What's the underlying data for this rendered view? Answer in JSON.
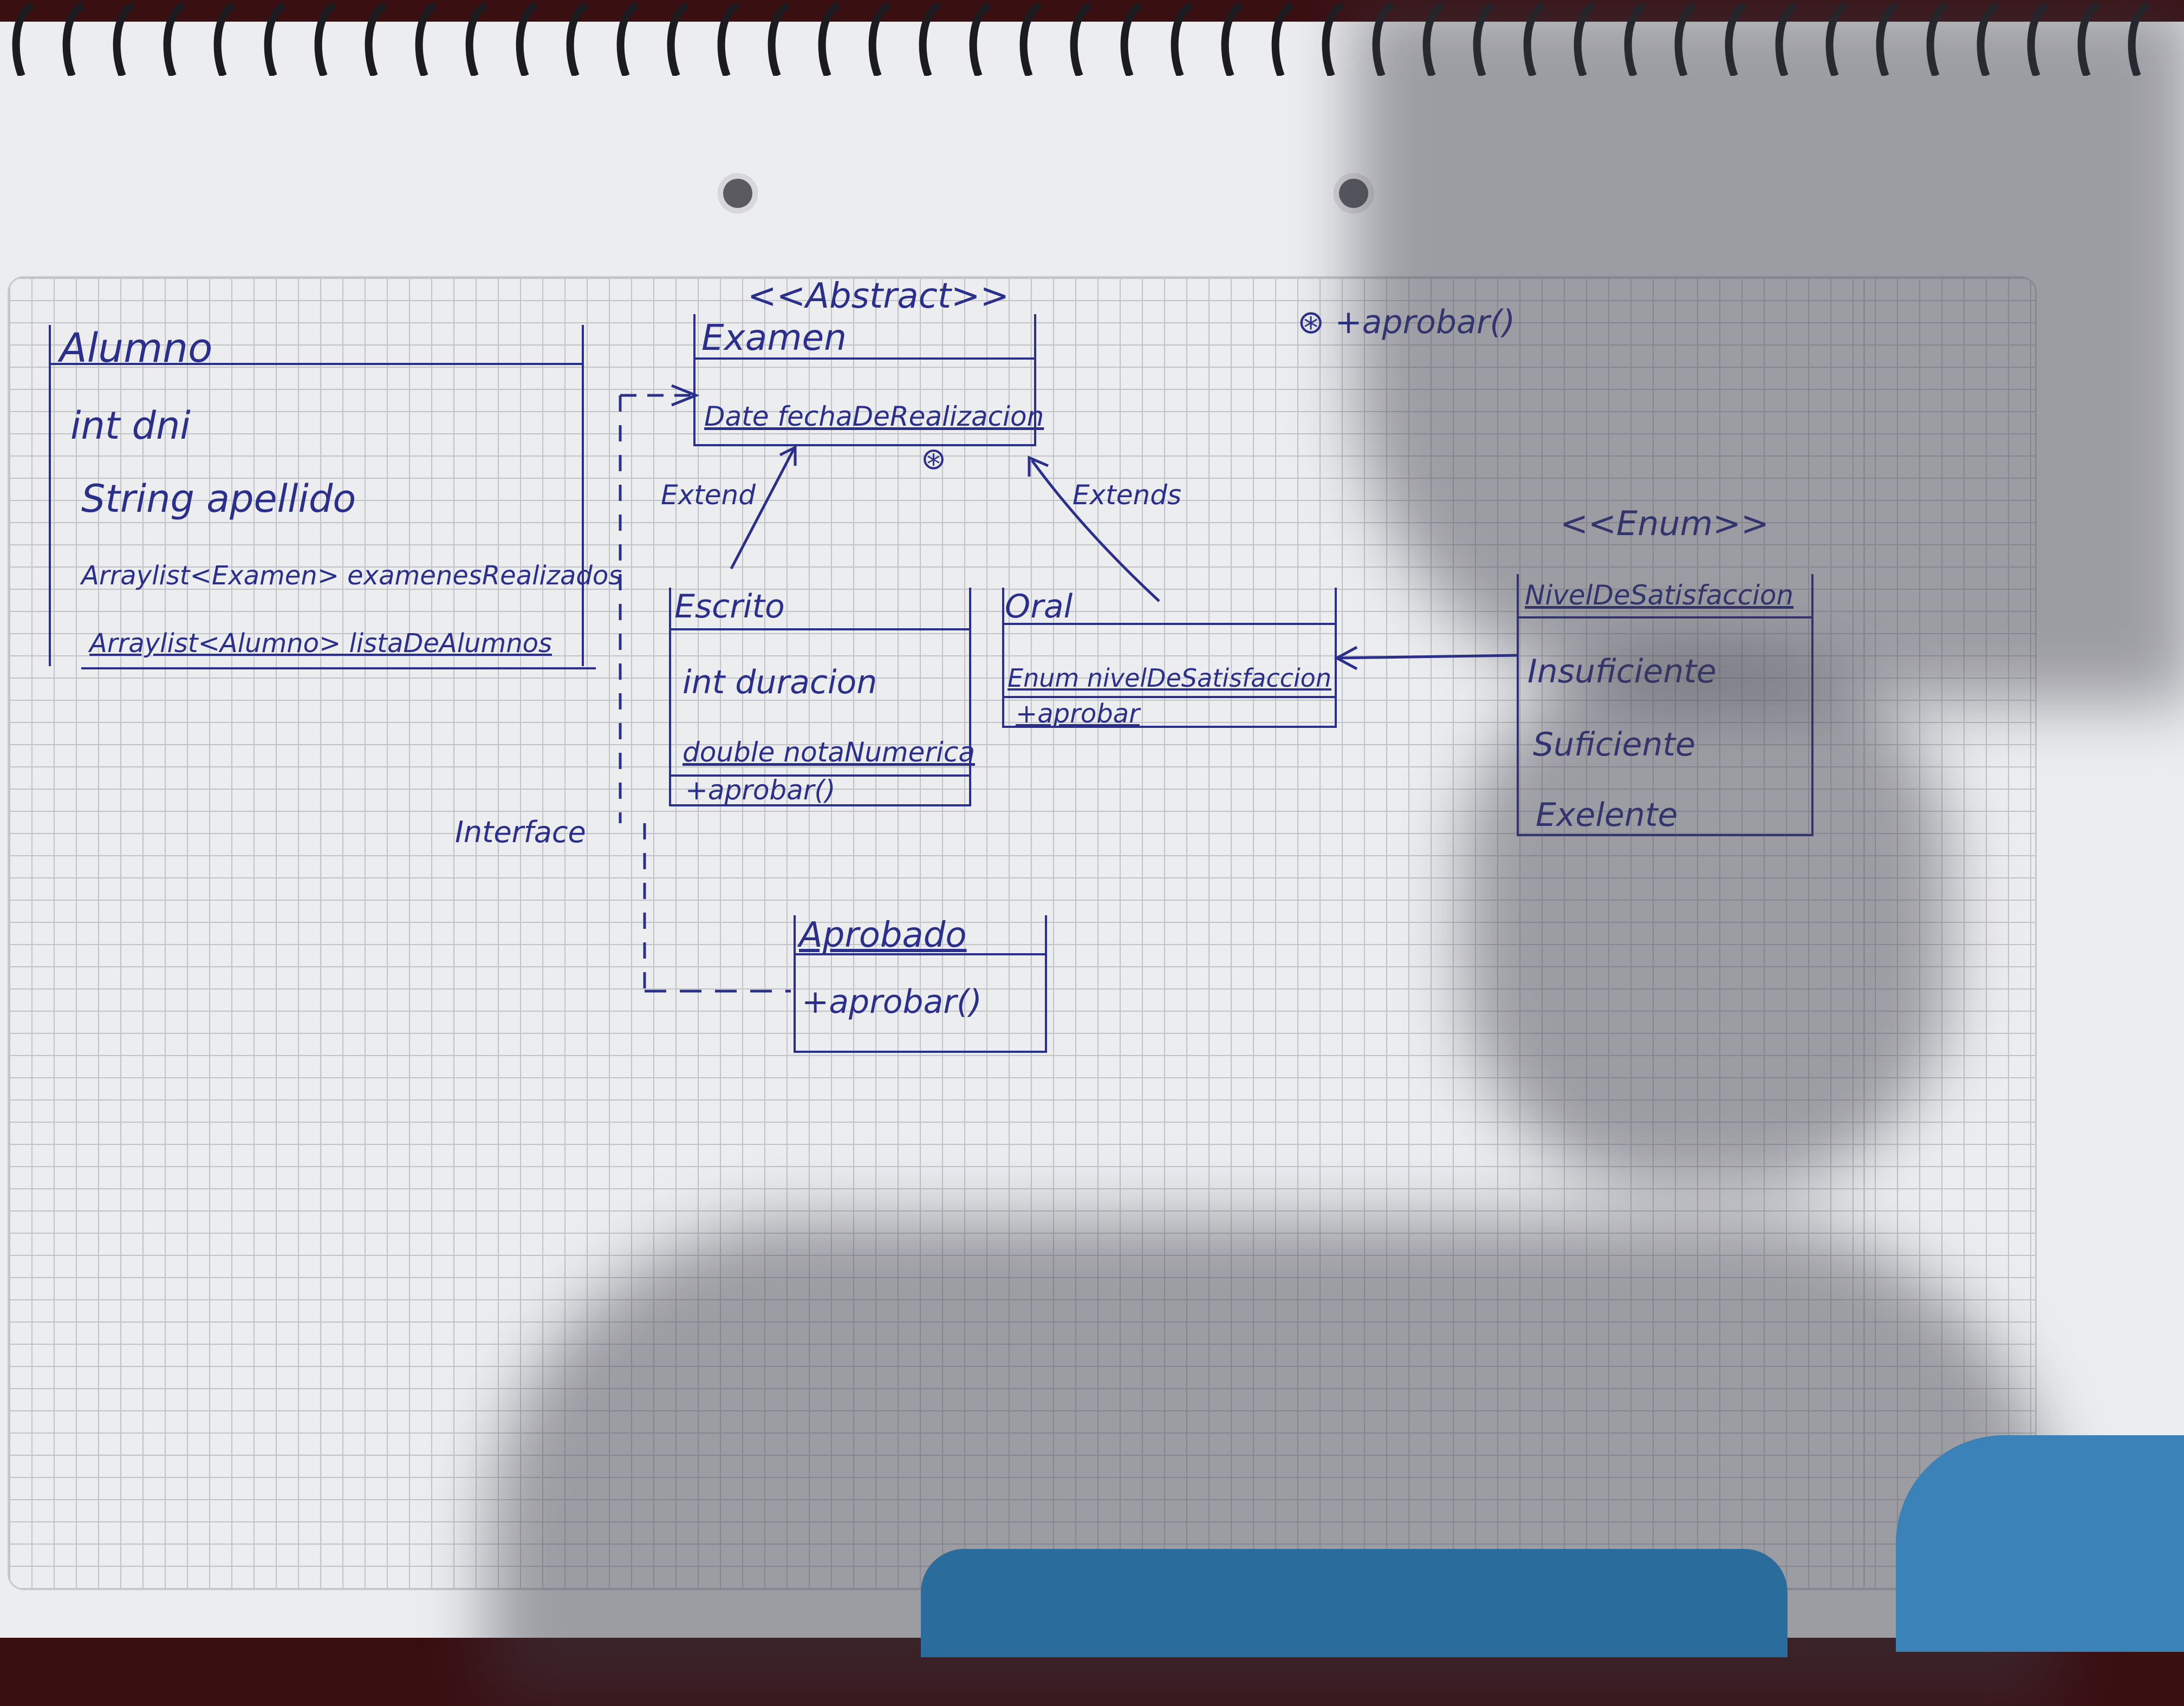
{
  "diagram": {
    "alumno": {
      "name": "Alumno",
      "attributes": [
        "int dni",
        "String apellido",
        "Arraylist<Examen> examenesRealizados",
        "Arraylist<Alumno> listaDeAlumnos"
      ]
    },
    "examen": {
      "stereotype": "<<Abstract>>",
      "name": "Examen",
      "attributes": [
        "Date fechaDeRealizacion"
      ],
      "abstract_marker": "⊛"
    },
    "abstract_note": "⊛ +aprobar()",
    "escrito": {
      "name": "Escrito",
      "attributes": [
        "int duracion",
        "double notaNumerica"
      ],
      "methods": [
        "+aprobar()"
      ]
    },
    "oral": {
      "name": "Oral",
      "attributes": [
        "Enum nivelDeSatisfaccion"
      ],
      "methods": [
        "+aprobar"
      ]
    },
    "nivel": {
      "stereotype": "<<Enum>>",
      "name": "NivelDeSatisfaccion",
      "values": [
        "Insuficiente",
        "Suficiente",
        "Exelente"
      ]
    },
    "aprobado": {
      "name": "Aprobado",
      "methods": [
        "+aprobar()"
      ]
    },
    "labels": {
      "extend_left": "Extend",
      "extend_right": "Extends",
      "interface": "Interface"
    }
  }
}
